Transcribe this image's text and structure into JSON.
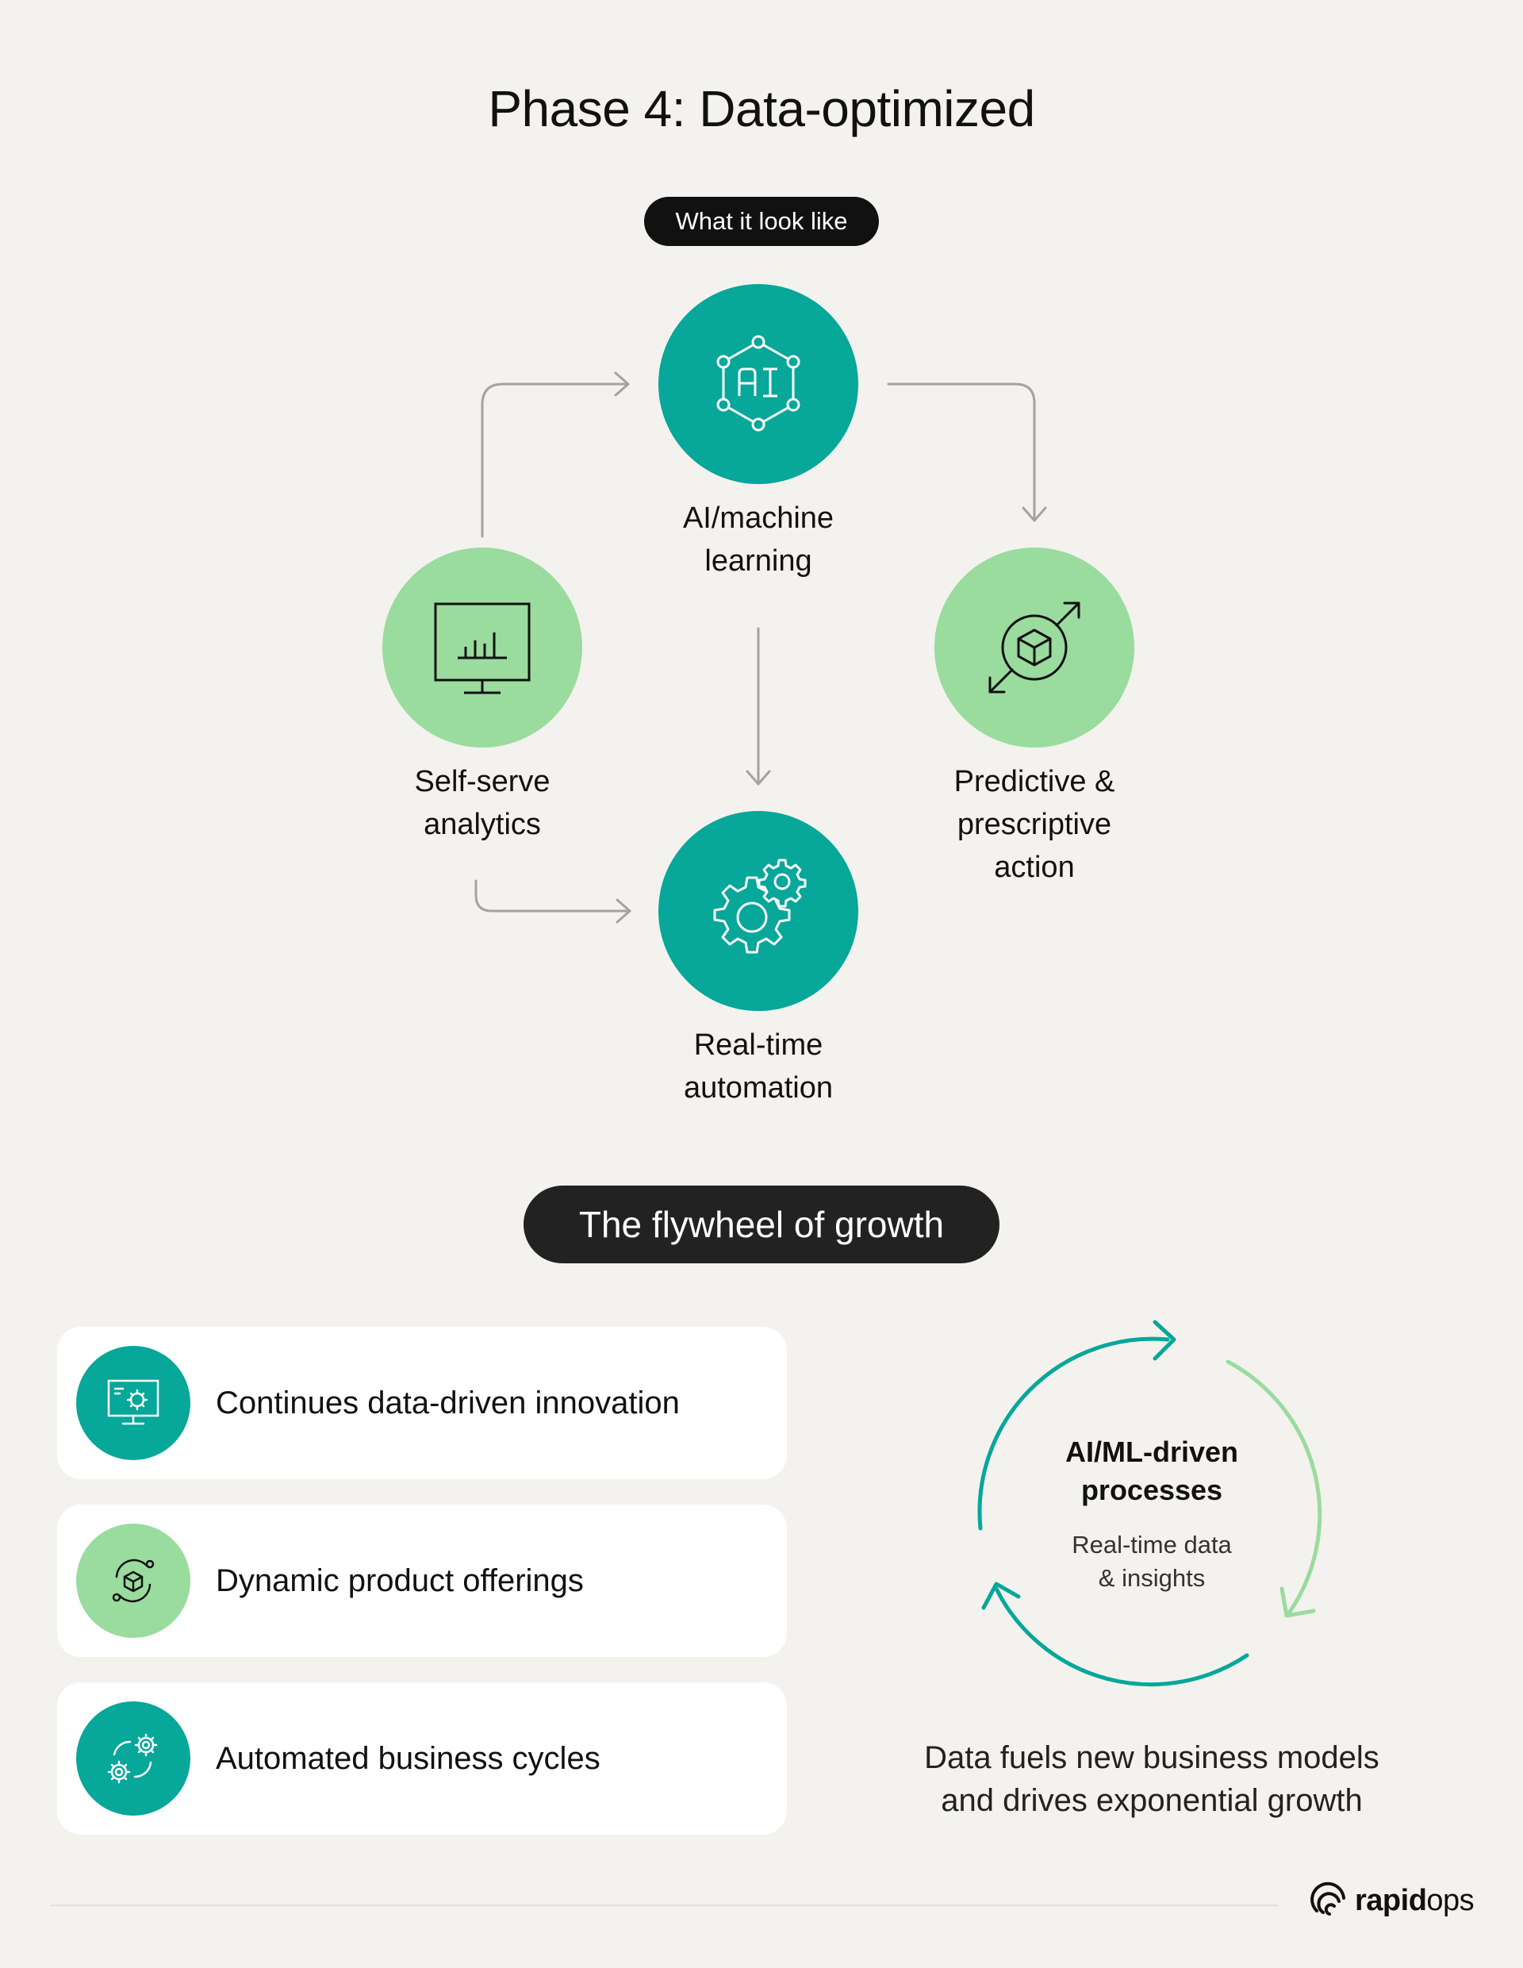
{
  "header": {
    "title": "Phase 4: Data-optimized",
    "badge": "What it look like"
  },
  "diagram": {
    "nodes": [
      {
        "label_line1": "AI/machine",
        "label_line2": "learning",
        "icon": "ai-chip-icon",
        "color": "#07a79a"
      },
      {
        "label_line1": "Self-serve",
        "label_line2": "analytics",
        "icon": "monitor-chart-icon",
        "color": "#9adb9e"
      },
      {
        "label_line1": "Predictive &",
        "label_line2": "prescriptive",
        "label_line3": "action",
        "icon": "target-cube-icon",
        "color": "#9adb9e"
      },
      {
        "label_line1": "Real-time",
        "label_line2": "automation",
        "icon": "gears-icon",
        "color": "#07a79a"
      }
    ]
  },
  "flywheel": {
    "pill": "The flywheel of growth",
    "items": [
      {
        "label": "Continues data-driven innovation",
        "icon": "monitor-gear-icon",
        "color": "#07a79a"
      },
      {
        "label": "Dynamic product offerings",
        "icon": "cube-cycle-icon",
        "color": "#9adb9e"
      },
      {
        "label": "Automated business cycles",
        "icon": "gears-cycle-icon",
        "color": "#07a79a"
      }
    ],
    "cycle_title_line1": "AI/ML-driven",
    "cycle_title_line2": "processes",
    "cycle_sub_line1": "Real-time data",
    "cycle_sub_line2": "& insights",
    "caption_line1": "Data fuels new business models",
    "caption_line2": "and drives exponential growth"
  },
  "footer": {
    "logo_bold": "rapid",
    "logo_light": "ops"
  }
}
